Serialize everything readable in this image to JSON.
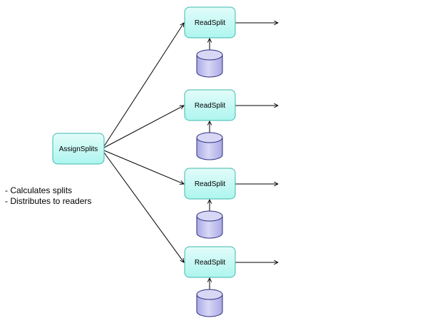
{
  "nodes": {
    "assign": {
      "label": "AssignSplits"
    },
    "read_splits": [
      {
        "label": "ReadSplit"
      },
      {
        "label": "ReadSplit"
      },
      {
        "label": "ReadSplit"
      },
      {
        "label": "ReadSplit"
      }
    ]
  },
  "notes": [
    "- Calculates splits",
    "- Distributes to readers"
  ],
  "colors": {
    "node_fill": "#aef5ef",
    "node_fill_light": "#e2fcfa",
    "node_border": "#3fb9ac",
    "db_fill": "#b8b8ec",
    "db_fill_light": "#d8d8f6",
    "db_border": "#2e2e7e",
    "edge": "#000000"
  }
}
